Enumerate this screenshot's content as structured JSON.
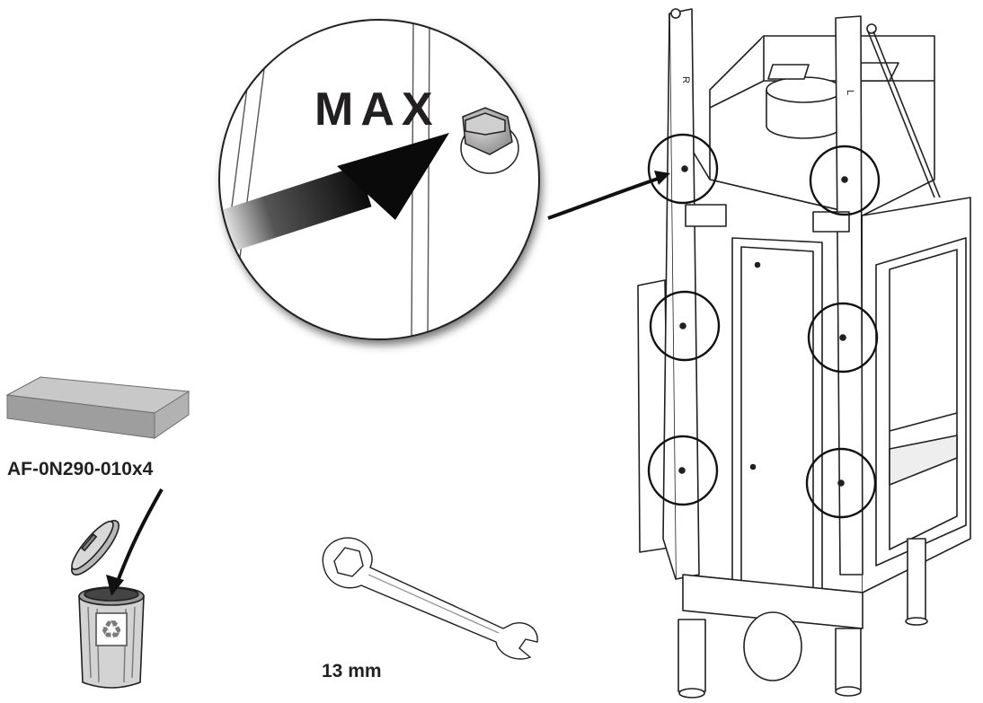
{
  "labels": {
    "max": "MAX",
    "part_code": "AF-0N290-010x4",
    "wrench_size": "13 mm"
  },
  "icons": {
    "insulation_pad": "insulation-board-icon",
    "recycle_bin": "recycle-bin-icon",
    "wrench": "combination-wrench-icon",
    "bolt": "hex-bolt-icon",
    "fireplace": "fireplace-insert-icon"
  },
  "colors": {
    "line": "#231f20",
    "board_top": "#c8c8c8",
    "board_side": "#9e9e9e",
    "arrow": "#111111"
  },
  "highlighted_bolts": 6
}
